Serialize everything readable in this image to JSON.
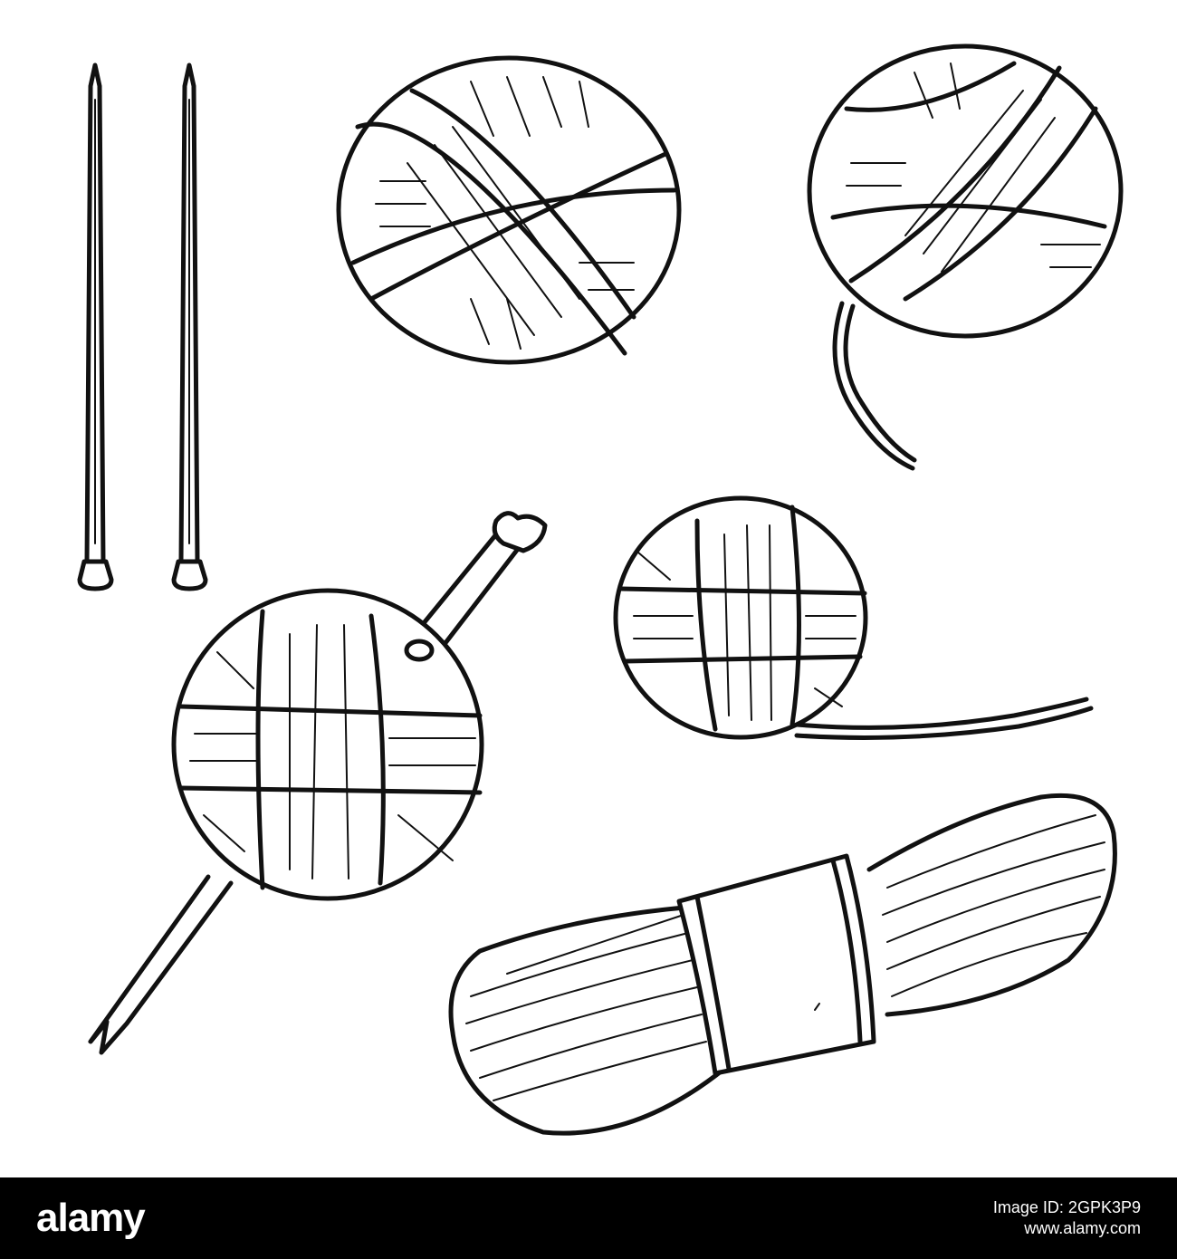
{
  "footer": {
    "brand": "alamy",
    "image_id": "Image ID: 2GPK3P9",
    "site_url": "www.alamy.com",
    "background_color": "#000000",
    "text_color": "#ffffff"
  },
  "illustration": {
    "style": "black ink line art on white",
    "ink_color": "#111111",
    "items": [
      {
        "name": "knitting-needle-pair-icon",
        "count": 2
      },
      {
        "name": "yarn-ball-icon"
      },
      {
        "name": "yarn-ball-with-strand-icon"
      },
      {
        "name": "yarn-ball-with-needle-icon"
      },
      {
        "name": "small-yarn-ball-with-strand-icon"
      },
      {
        "name": "yarn-skein-icon"
      }
    ]
  }
}
